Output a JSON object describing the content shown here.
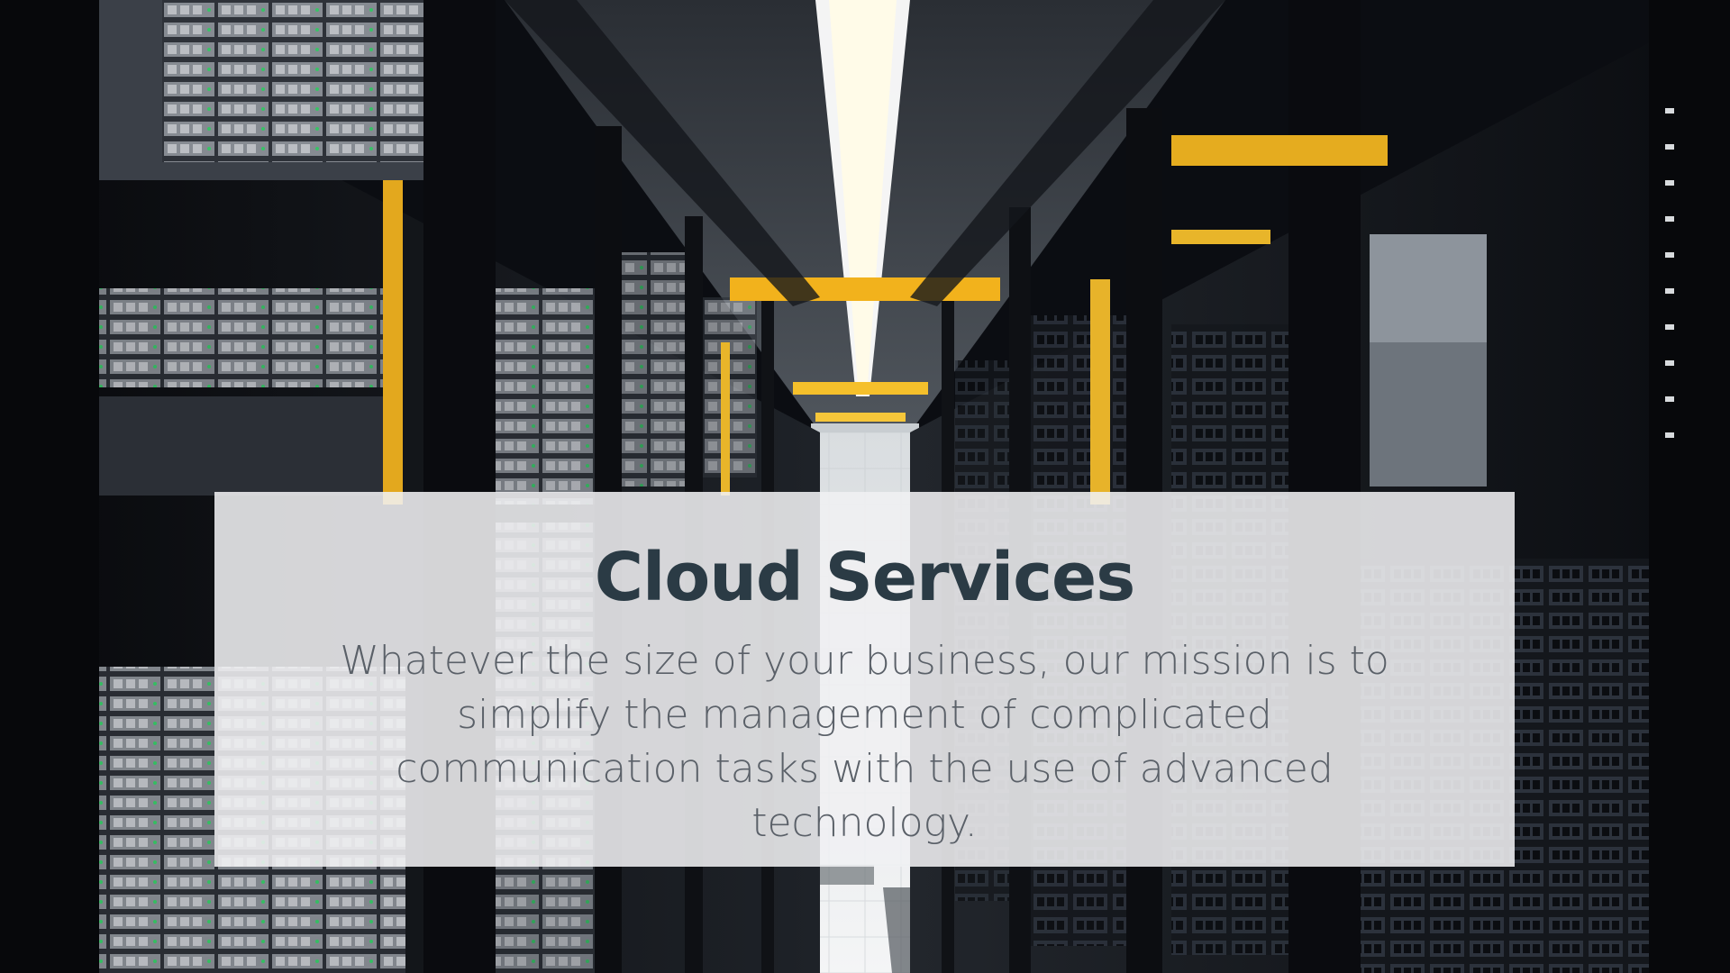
{
  "hero": {
    "title": "Cloud Services",
    "description": "Whatever the size of your business, our mission is to simplify the management of complicated communication tasks with the use of advanced technology."
  },
  "colors": {
    "title_text": "#2b3b45",
    "body_text": "#5a6068",
    "card_background": "#f0f0f2",
    "accent_yellow": "#f2b21c",
    "rack_dark": "#15181e"
  },
  "background_image": "server-room-aisle"
}
